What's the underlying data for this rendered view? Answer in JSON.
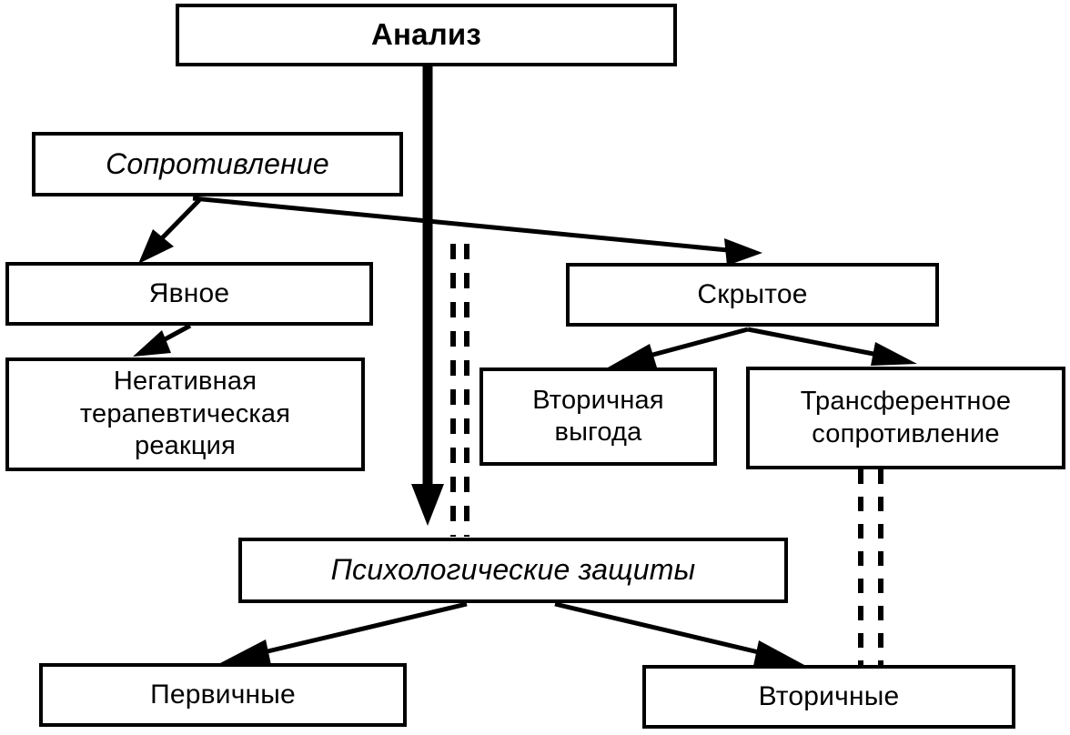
{
  "diagram": {
    "title": "Анализ",
    "language": "ru",
    "nodes": [
      {
        "id": "analiz",
        "label": "Анализ",
        "style": "bold"
      },
      {
        "id": "soprotivlenie",
        "label": "Сопротивление",
        "style": "italic"
      },
      {
        "id": "yavnoe",
        "label": "Явное",
        "style": "plain"
      },
      {
        "id": "negativnaya",
        "label": "Негативная\nтерапевтическая\nреакция",
        "style": "plain-multi"
      },
      {
        "id": "skrytoe",
        "label": "Скрытое",
        "style": "plain"
      },
      {
        "id": "vtorichnaya",
        "label": "Вторичная\nвыгода",
        "style": "plain-multi"
      },
      {
        "id": "transferentnoe",
        "label": "Трансферентное\nсопротивление",
        "style": "plain-multi"
      },
      {
        "id": "zashity",
        "label": "Психологические защиты",
        "style": "italic"
      },
      {
        "id": "pervichnye",
        "label": "Первичные",
        "style": "plain"
      },
      {
        "id": "vtorichnye",
        "label": "Вторичные",
        "style": "plain"
      }
    ],
    "edges": [
      {
        "from": "analiz",
        "to": "zashity",
        "kind": "thick-solid-arrow"
      },
      {
        "from": "analiz",
        "to": "zashity",
        "kind": "double-dashed"
      },
      {
        "from": "soprotivlenie",
        "to": "yavnoe",
        "kind": "solid-arrow"
      },
      {
        "from": "soprotivlenie",
        "to": "skrytoe",
        "kind": "solid-arrow"
      },
      {
        "from": "yavnoe",
        "to": "negativnaya",
        "kind": "solid-arrow"
      },
      {
        "from": "skrytoe",
        "to": "vtorichnaya",
        "kind": "solid-arrow"
      },
      {
        "from": "skrytoe",
        "to": "transferentnoe",
        "kind": "solid-arrow"
      },
      {
        "from": "zashity",
        "to": "pervichnye",
        "kind": "solid-arrow"
      },
      {
        "from": "zashity",
        "to": "vtorichnye",
        "kind": "solid-arrow"
      },
      {
        "from": "transferentnoe",
        "to": "vtorichnye",
        "kind": "double-dashed"
      }
    ],
    "colors": {
      "line": "#000000",
      "box_border": "#000000",
      "background": "#ffffff",
      "text": "#000000"
    }
  }
}
